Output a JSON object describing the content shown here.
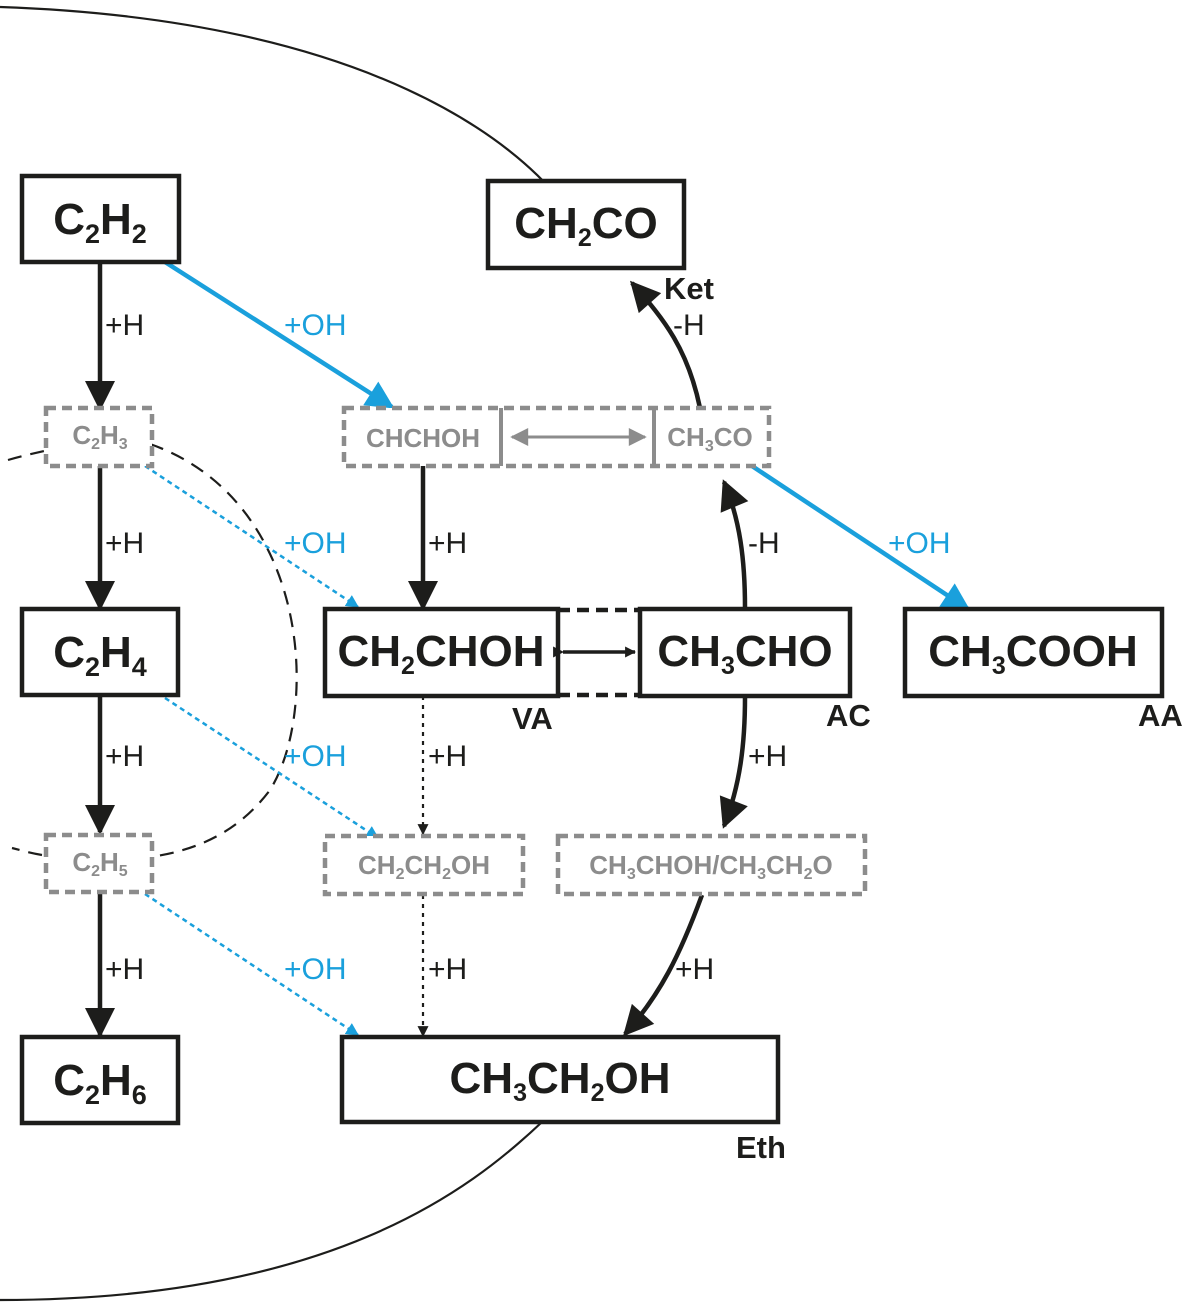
{
  "species": {
    "c2h2": {
      "base": "C",
      "s1": "2",
      "mid": "H",
      "s2": "2"
    },
    "c2h3": {
      "base": "C",
      "s1": "2",
      "mid": "H",
      "s2": "3"
    },
    "c2h4": {
      "base": "C",
      "s1": "2",
      "mid": "H",
      "s2": "4"
    },
    "c2h5": {
      "base": "C",
      "s1": "2",
      "mid": "H",
      "s2": "5"
    },
    "c2h6": {
      "base": "C",
      "s1": "2",
      "mid": "H",
      "s2": "6"
    },
    "ch2co": {
      "a": "CH",
      "s1": "2",
      "b": "CO"
    },
    "chchoh": "CHCHOH",
    "ch3co": {
      "a": "CH",
      "s1": "3",
      "b": "CO"
    },
    "ch2choh": {
      "a": "CH",
      "s1": "2",
      "b": "CHOH"
    },
    "ch3cho": {
      "a": "CH",
      "s1": "3",
      "b": "CHO"
    },
    "ch3cooh": {
      "a": "CH",
      "s1": "3",
      "b": "COOH"
    },
    "ch2ch2oh": {
      "a": "CH",
      "s1": "2",
      "b": "CH",
      "s2": "2",
      "c": "OH"
    },
    "ch3choh_ch3ch2o": {
      "a": "CH",
      "s1": "3",
      "b": "CHOH/CH",
      "s2": "3",
      "c": "CH",
      "s3": "2",
      "d": "O"
    },
    "ch3ch2oh": {
      "a": "CH",
      "s1": "3",
      "b": "CH",
      "s2": "2",
      "c": "OH"
    }
  },
  "tags": {
    "ket": "Ket",
    "va": "VA",
    "ac": "AC",
    "aa": "AA",
    "eth": "Eth"
  },
  "steps": {
    "plus_h": "+H",
    "plus_oh": "+OH",
    "minus_h": "-H"
  },
  "colors": {
    "ink": "#1d1d1b",
    "grey": "#8c8c8c",
    "oh_blue": "#1aa0dc"
  }
}
